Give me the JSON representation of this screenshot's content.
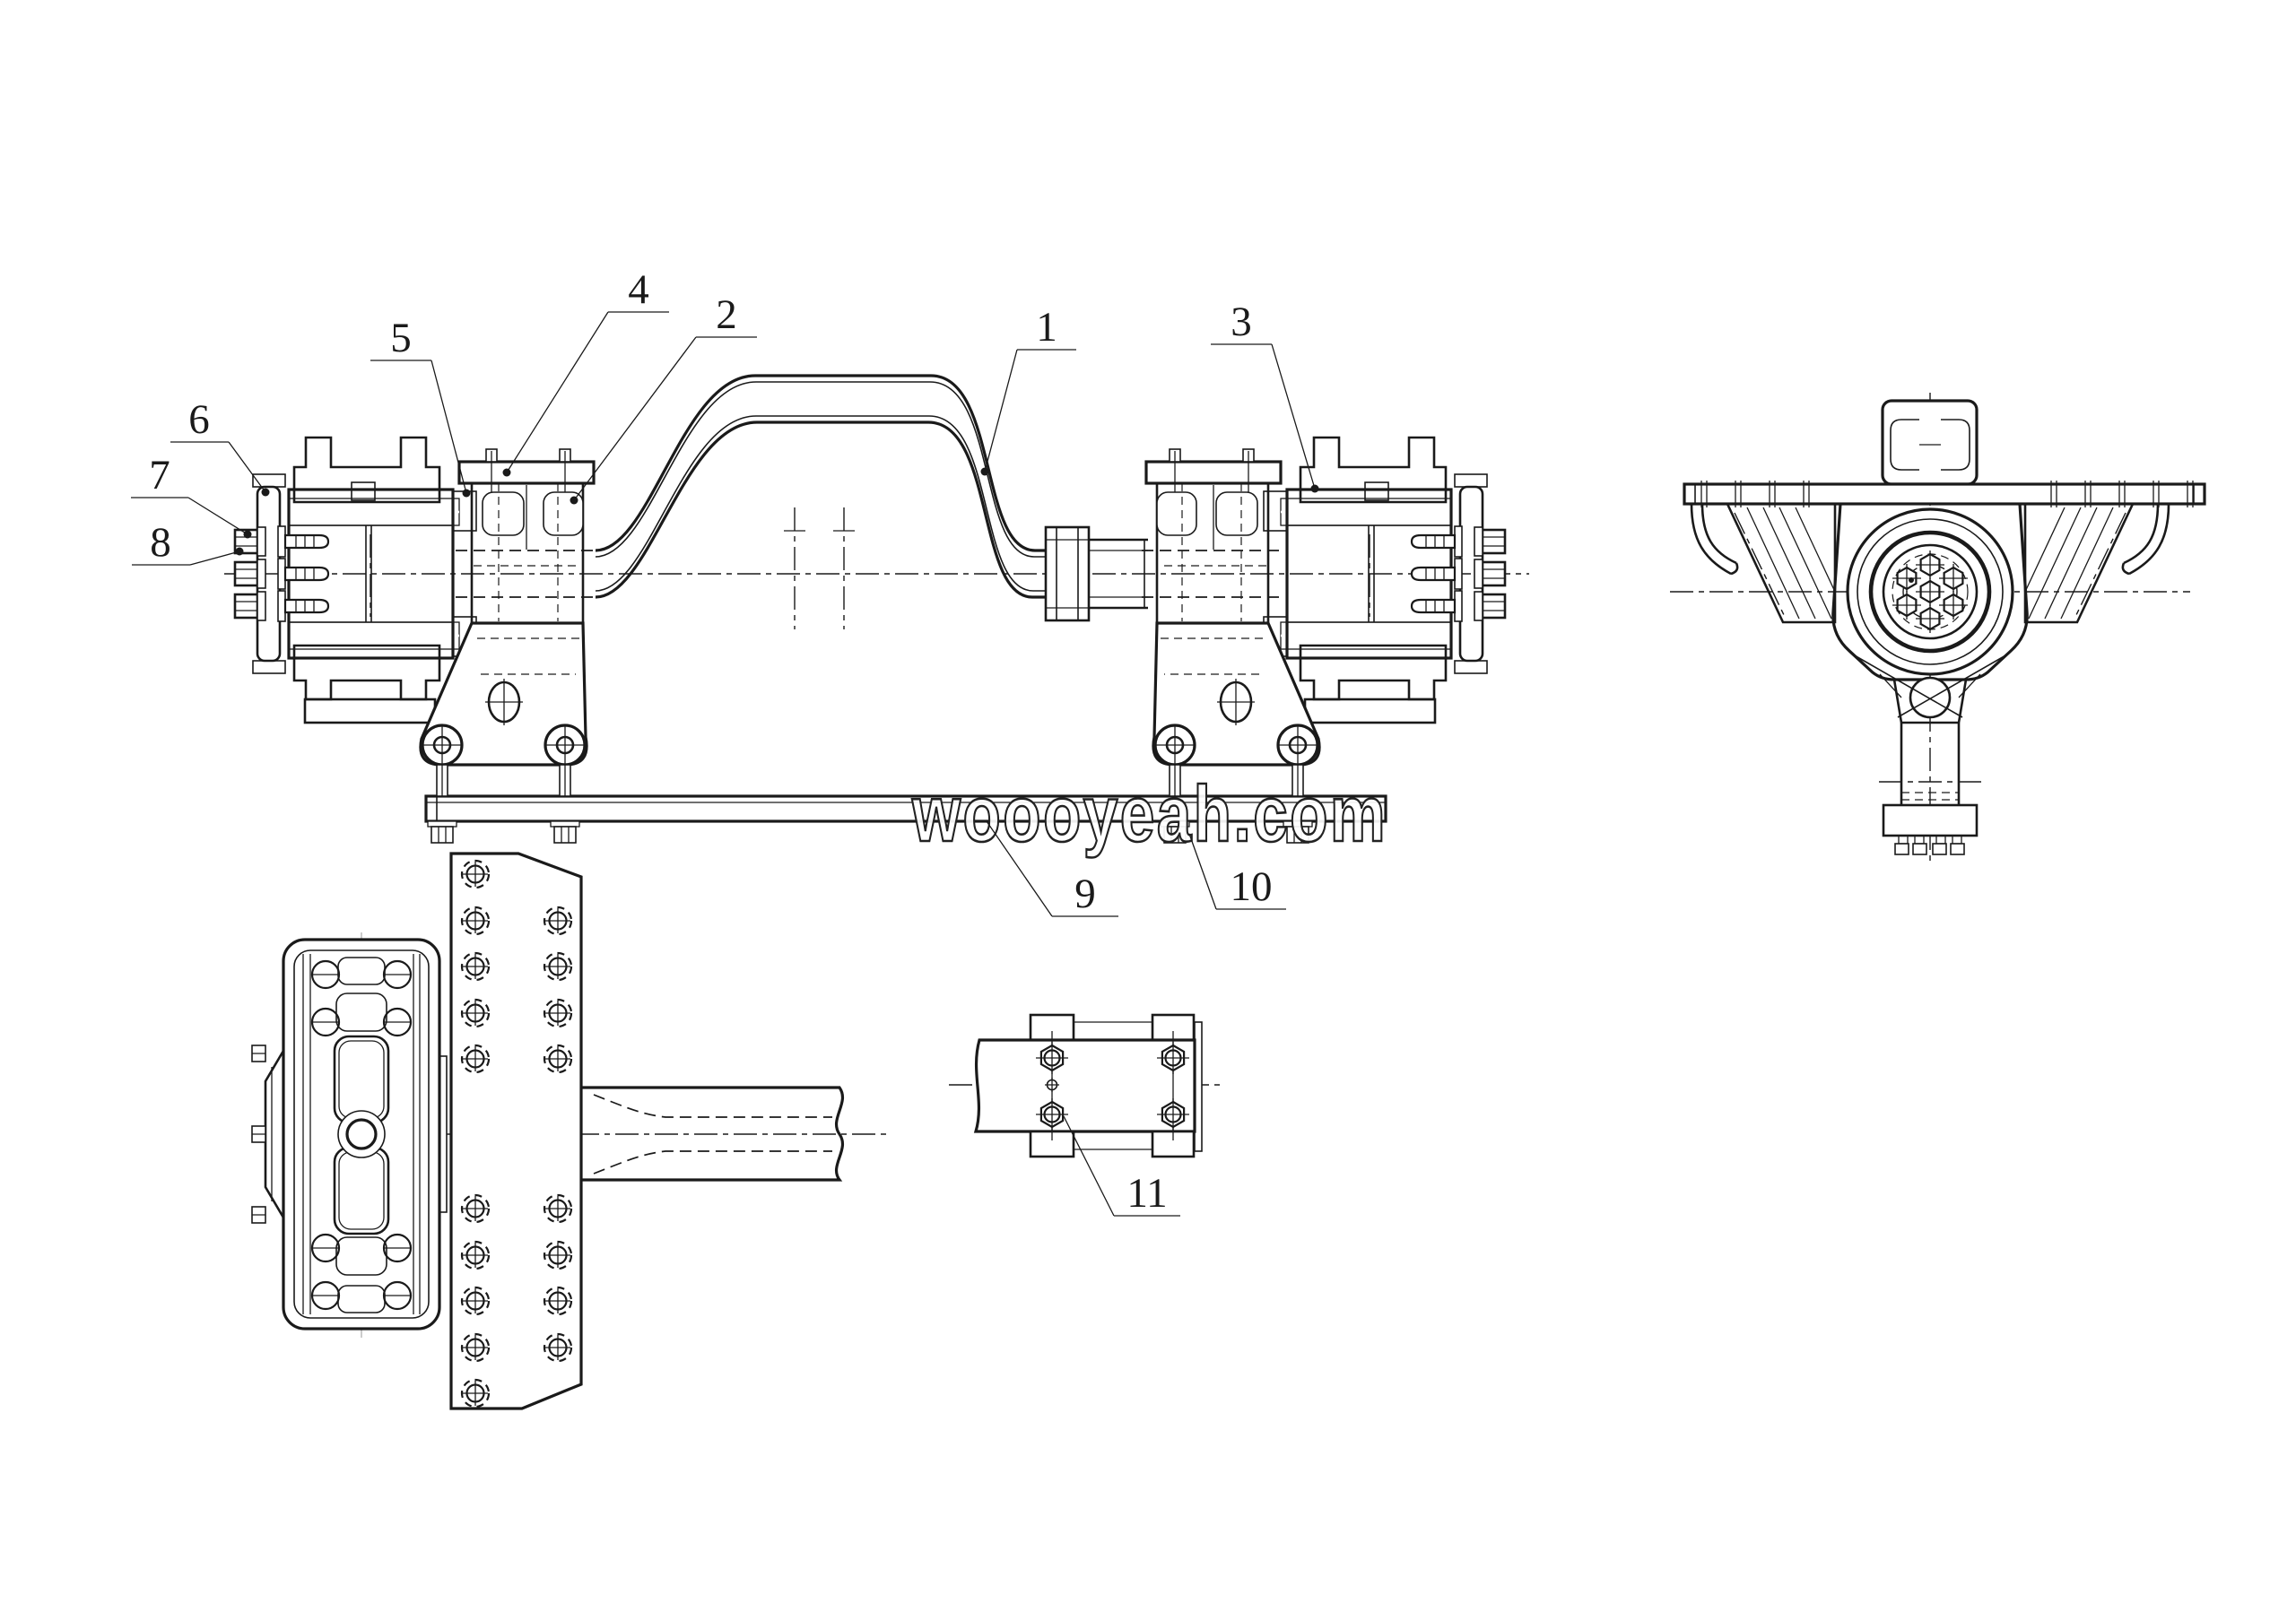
{
  "drawing": {
    "watermark": "woooyeah.com",
    "colors": {
      "line": "#1a1a1a",
      "background": "#ffffff"
    },
    "callouts": [
      {
        "label": "1"
      },
      {
        "label": "2"
      },
      {
        "label": "3"
      },
      {
        "label": "4"
      },
      {
        "label": "5"
      },
      {
        "label": "6"
      },
      {
        "label": "7"
      },
      {
        "label": "8"
      },
      {
        "label": "9"
      },
      {
        "label": "10"
      },
      {
        "label": "11"
      }
    ]
  }
}
